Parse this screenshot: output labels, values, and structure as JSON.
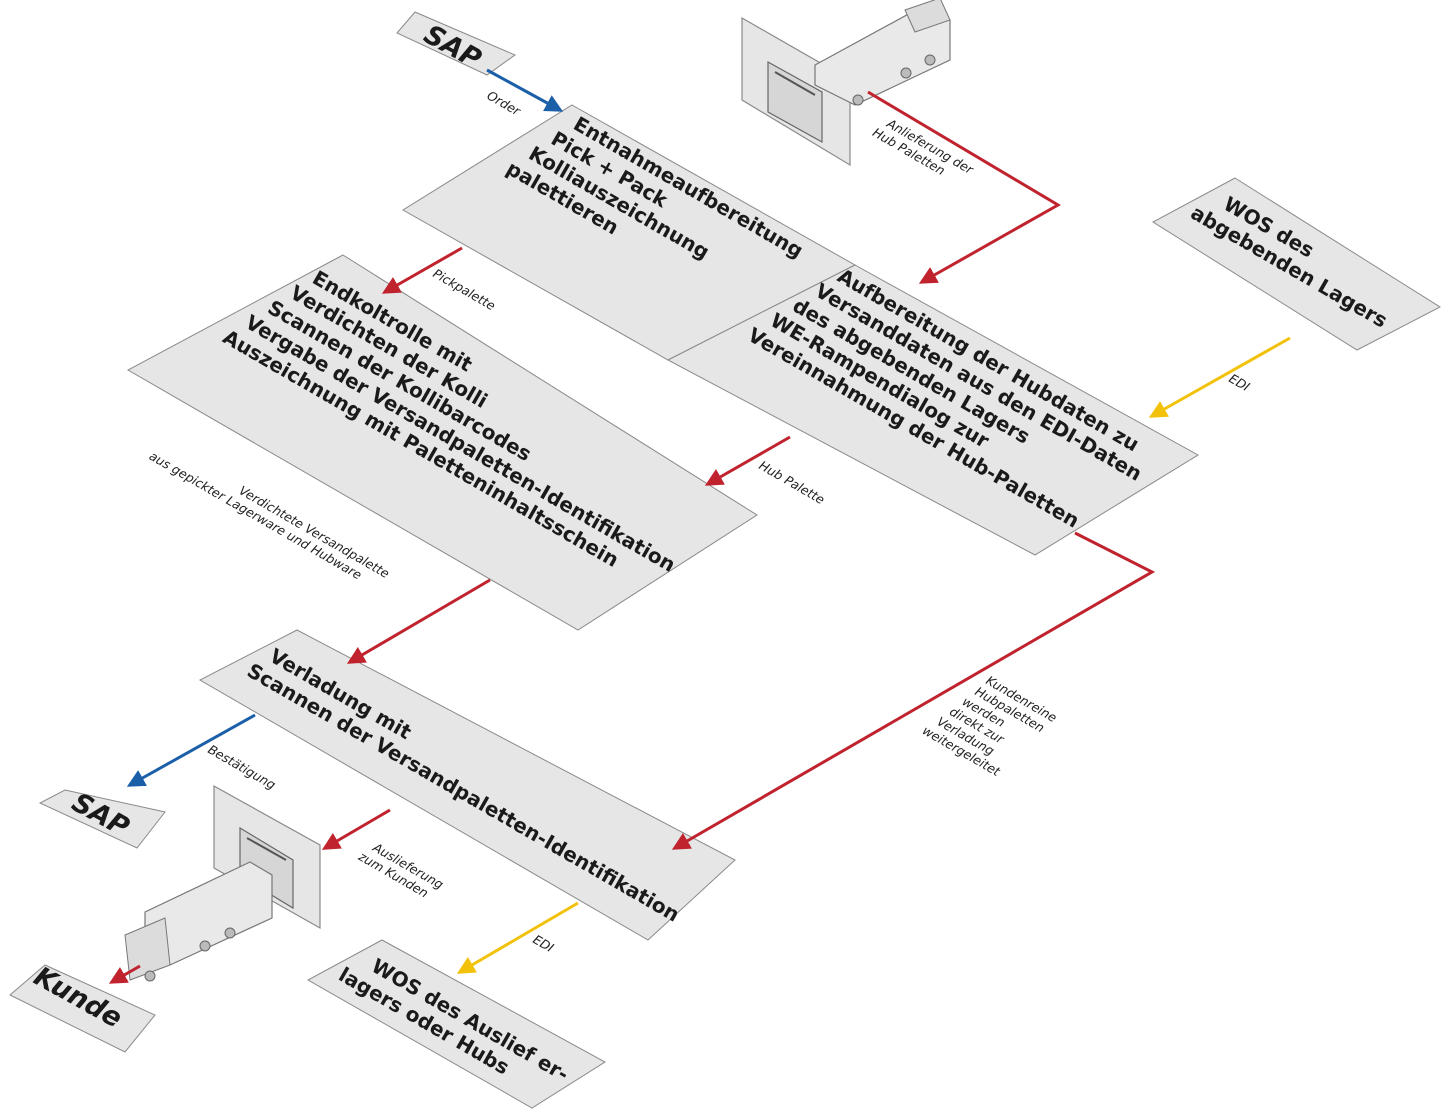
{
  "colors": {
    "panel": "#e6e6e6",
    "panel_border": "#8a8a8a",
    "red_flow": "#c0232e",
    "blue_flow": "#1b5fa8",
    "yellow_flow": "#f2c20a"
  },
  "nodes": {
    "sap_top": "SAP",
    "sap_bottom": "SAP",
    "kunde": "Kunde",
    "pick": [
      "Entnahmeaufbereitung",
      "Pick + Pack",
      "Kolliauszeichnung",
      "palettieren"
    ],
    "endkontrolle": [
      "Endkoltrolle mit",
      "Verdichten der Kolli",
      "Scannen der Kollibarcodes",
      "Vergabe der Versandpaletten-Identifikation",
      "Auszeichnung mit Paletteninhaltsschein"
    ],
    "hub": [
      "Aufbereitung der Hubdaten zu",
      "Versanddaten aus den EDI-Daten",
      "des abgebenden Lagers",
      "WE-Rampendialog zur",
      "Vereinnahmung der Hub-Paletten"
    ],
    "wos_top": [
      "WOS des",
      "abgebenden Lagers"
    ],
    "verladung": [
      "Verladung mit",
      "Scannen der Versandpaletten-Identifikation"
    ],
    "wos_bottom": [
      "WOS des Auslief er-",
      "lagers oder Hubs"
    ]
  },
  "flows": {
    "order": "Order",
    "anlieferung": [
      "Anlieferung der",
      "Hub Paletten"
    ],
    "pickpalette": "Pickpalette",
    "edi_top": "EDI",
    "hub_palette": "Hub Palette",
    "verdichtete": [
      "Verdichtete Versandpalette",
      "aus gepickter Lagerware und Hubware"
    ],
    "kundenreine": [
      "Kundenreine",
      "Hubpaletten",
      "werden",
      "direkt zur",
      "Verladung",
      "weitergeleitet"
    ],
    "bestaetigung": "Bestätigung",
    "auslieferung": [
      "Auslieferung",
      "zum Kunden"
    ],
    "edi_bottom": "EDI"
  }
}
